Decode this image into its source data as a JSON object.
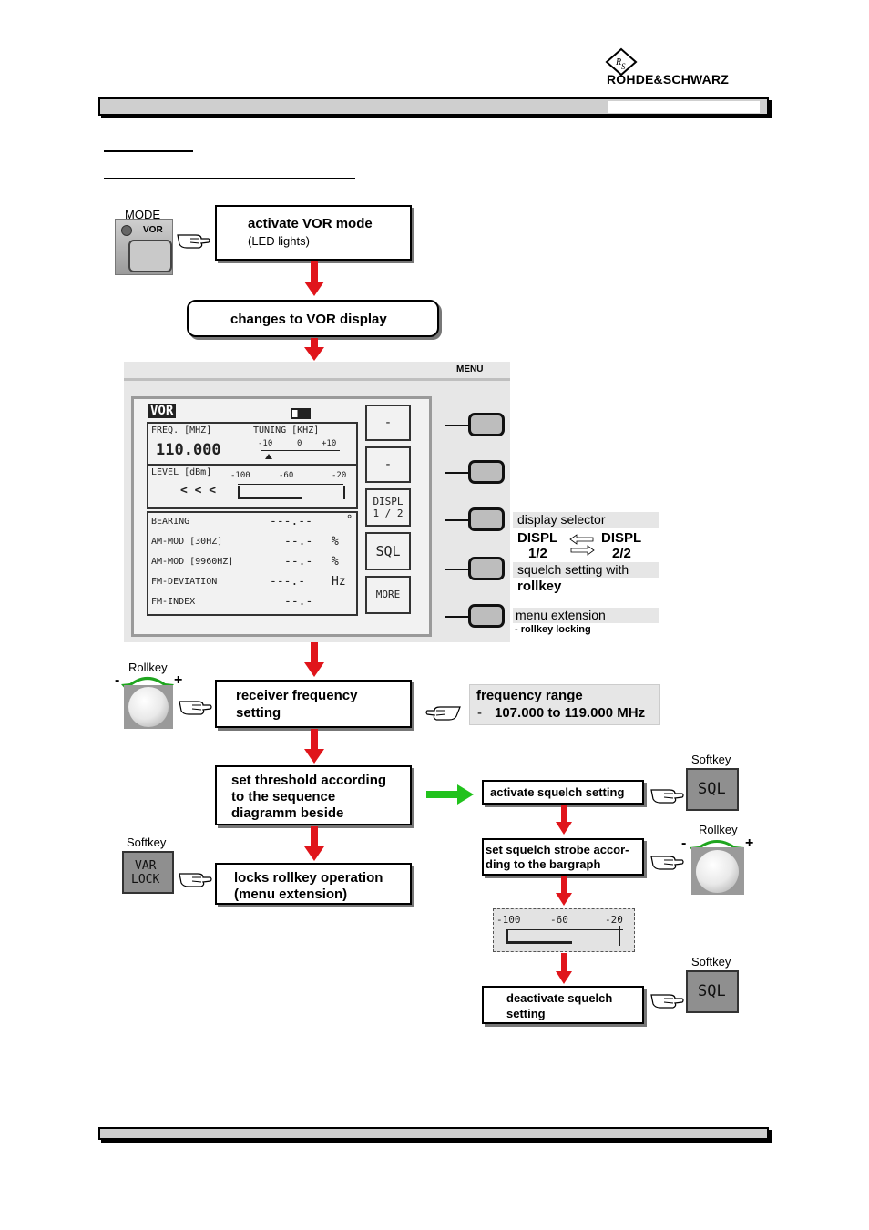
{
  "brand": {
    "name": "ROHDE&SCHWARZ"
  },
  "flow": {
    "mode_label": "MODE",
    "vor_button_label": "VOR",
    "step1_title": "activate VOR mode",
    "step1_sub": "(LED lights)",
    "step2": "changes to VOR display",
    "menu_label": "MENU",
    "rollkey_label": "Rollkey",
    "minus": "-",
    "plus": "+",
    "step3_line1": "receiver frequency",
    "step3_line2": "setting",
    "freq_range_title": "frequency range",
    "freq_range_dash": "-",
    "freq_range_value": "107.000 to 119.000 MHz",
    "step4_line1": "set threshold according",
    "step4_line2": "to the sequence",
    "step4_line3": "diagramm beside",
    "softkey_label": "Softkey",
    "varlock_line1": "VAR",
    "varlock_line2": "LOCK",
    "step5_line1": "locks rollkey operation",
    "step5_line2": "(menu extension)"
  },
  "lcd": {
    "mode": "VOR",
    "freq_label": "FREQ. [MHZ]",
    "freq_value": "110.000",
    "tuning_label": "TUNING [KHZ]",
    "tuning_ticks": [
      "-10",
      "0",
      "+10"
    ],
    "level_label": "LEVEL [dBm]",
    "level_ticks": [
      "-100",
      "-60",
      "-20"
    ],
    "level_indicator": "< < <",
    "rows": [
      {
        "label": "BEARING",
        "value": "---.--",
        "unit": "°"
      },
      {
        "label": "AM-MOD [30HZ]",
        "value": "--.-",
        "unit": "%"
      },
      {
        "label": "AM-MOD [9960HZ]",
        "value": "--.-",
        "unit": "%"
      },
      {
        "label": "FM-DEVIATION",
        "value": "---.-",
        "unit": "Hz"
      },
      {
        "label": "FM-INDEX",
        "value": "--.-",
        "unit": ""
      }
    ],
    "softkeys": [
      "-",
      "-",
      "DISPL\n1 / 2",
      "SQL",
      "MORE"
    ]
  },
  "annotations": {
    "display_selector": "display selector",
    "displ_a": "DISPL",
    "displ_a_val": "1/2",
    "displ_b": "DISPL",
    "displ_b_val": "2/2",
    "squelch_line1": "squelch setting with",
    "squelch_line2": "rollkey",
    "menu_ext": "menu extension",
    "menu_ext_sub": "- rollkey locking"
  },
  "squelch_seq": {
    "sql_label": "SQL",
    "activate": "activate squelch setting",
    "strobe_line1": "set squelch strobe accor-",
    "strobe_line2": "ding  to the bargraph",
    "bar_ticks": [
      "-100",
      "-60",
      "-20"
    ],
    "deactivate_line1": "deactivate squelch",
    "deactivate_line2": "setting"
  },
  "colors": {
    "arrow_red": "#e0151b",
    "arrow_green": "#21c21c",
    "rollkey_arrow": "#1fa51f"
  }
}
